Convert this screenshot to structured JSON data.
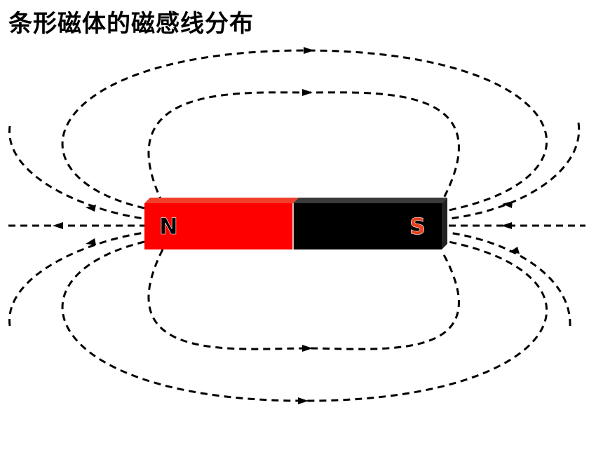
{
  "title": "条形磁体的磁感线分布",
  "magnet": {
    "north_label": "N",
    "south_label": "S",
    "north_color": "#ff0000",
    "south_color": "#000000",
    "south_label_color": "#e8401c"
  },
  "field_line_style": "dashed-black"
}
